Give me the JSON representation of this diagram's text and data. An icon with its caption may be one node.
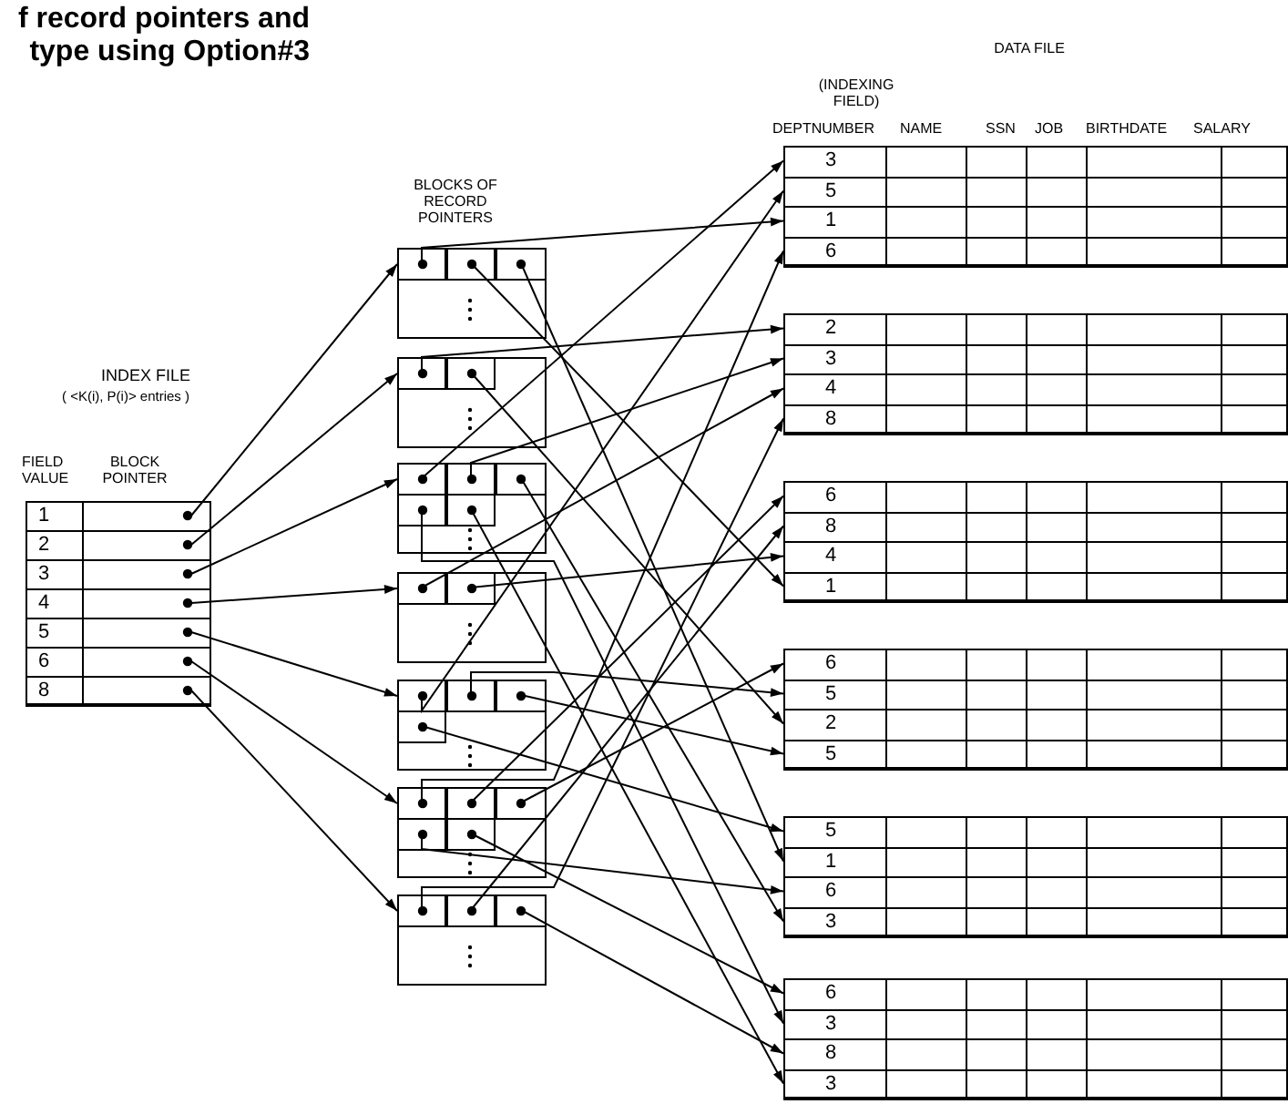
{
  "diagram": {
    "title": "f record pointers and type using Option#3",
    "nodes": [
      {
        "text": [],
        "shape": "box"
      },
      {
        "text": [
          "1"
        ],
        "in": 0
      },
      {
        "text": [
          "2"
        ],
        "in": 0
      },
      {
        "text": [
          "3"
        ],
        "in": 0
      },
      {
        "text": [
          "4"
        ],
        "in": 0
      },
      {
        "text": [
          "5"
        ],
        "in": 0
      },
      {
        "text": [
          "6"
        ],
        "in": 0
      },
      {
        "text": [
          "8"
        ],
        "in": 0
      },
      {
        "text": [],
        "shape": "box"
      },
      {
        "text": [],
        "shape": "box",
        "in": 8
      },
      {
        "text": [],
        "shape": "box",
        "in": 8
      },
      {
        "text": [],
        "shape": "box",
        "in": 8
      },
      {
        "text": [],
        "shape": "box"
      },
      {
        "text": [],
        "shape": "box",
        "in": 12
      },
      {
        "text": [],
        "shape": "box",
        "in": 12
      },
      {
        "text": [],
        "shape": "box"
      },
      {
        "text": [],
        "shape": "box",
        "in": 15
      },
      {
        "text": [],
        "shape": "box",
        "in": 15
      },
      {
        "text": [],
        "shape": "box",
        "in": 15
      },
      {
        "text": [],
        "shape": "box",
        "in": 15
      },
      {
        "text": [],
        "shape": "box",
        "in": 15
      },
      {
        "text": [],
        "shape": "box"
      },
      {
        "text": [],
        "shape": "box",
        "in": 21
      },
      {
        "text": [],
        "shape": "box",
        "in": 21
      },
      {
        "text": [],
        "shape": "box"
      },
      {
        "text": [],
        "shape": "box",
        "in": 24
      },
      {
        "text": [],
        "shape": "box",
        "in": 24
      },
      {
        "text": [],
        "shape": "box",
        "in": 24
      },
      {
        "text": [],
        "shape": "box",
        "in": 24
      },
      {
        "text": [],
        "shape": "box"
      },
      {
        "text": [],
        "shape": "box",
        "in": 29
      },
      {
        "text": [],
        "shape": "box",
        "in": 29
      },
      {
        "text": [],
        "shape": "box",
        "in": 29
      },
      {
        "text": [],
        "shape": "box",
        "in": 29
      },
      {
        "text": [],
        "shape": "box",
        "in": 29
      },
      {
        "text": [],
        "shape": "box"
      },
      {
        "text": [],
        "shape": "box",
        "in": 35
      },
      {
        "text": [],
        "shape": "box",
        "in": 35
      },
      {
        "text": [],
        "shape": "box",
        "in": 35
      },
      {
        "text": [],
        "shape": "box"
      },
      {
        "text": [
          "3"
        ],
        "in": 39
      },
      {
        "text": [
          "5"
        ],
        "in": 39
      },
      {
        "text": [
          "1"
        ],
        "in": 39
      },
      {
        "text": [
          "6"
        ],
        "in": 39
      },
      {
        "text": [],
        "shape": "box"
      },
      {
        "text": [
          "2"
        ],
        "in": 44
      },
      {
        "text": [
          "3"
        ],
        "in": 44
      },
      {
        "text": [
          "4"
        ],
        "in": 44
      },
      {
        "text": [
          "8"
        ],
        "in": 44
      },
      {
        "text": [],
        "shape": "box"
      },
      {
        "text": [
          "6"
        ],
        "in": 49
      },
      {
        "text": [
          "8"
        ],
        "in": 49
      },
      {
        "text": [
          "4"
        ],
        "in": 49
      },
      {
        "text": [
          "1"
        ],
        "in": 49
      },
      {
        "text": [],
        "shape": "box"
      },
      {
        "text": [
          "6"
        ],
        "in": 54
      },
      {
        "text": [
          "5"
        ],
        "in": 54
      },
      {
        "text": [
          "2"
        ],
        "in": 54
      },
      {
        "text": [
          "5"
        ],
        "in": 54
      },
      {
        "text": [],
        "shape": "box"
      },
      {
        "text": [
          "5"
        ],
        "in": 59
      },
      {
        "text": [
          "1"
        ],
        "in": 59
      },
      {
        "text": [
          "6"
        ],
        "in": 59
      },
      {
        "text": [
          "3"
        ],
        "in": 59
      },
      {
        "text": [],
        "shape": "box"
      },
      {
        "text": [
          "6"
        ],
        "in": 64
      },
      {
        "text": [
          "3"
        ],
        "in": 64
      },
      {
        "text": [
          "8"
        ],
        "in": 64
      },
      {
        "text": [
          "3"
        ],
        "in": 64
      }
    ],
    "edges": [
      {
        "from": 1,
        "to": 8,
        "arrow": "to"
      },
      {
        "from": 2,
        "to": 12,
        "arrow": "to"
      },
      {
        "from": 3,
        "to": 15,
        "arrow": "to"
      },
      {
        "from": 4,
        "to": 21,
        "arrow": "to"
      },
      {
        "from": 5,
        "to": 24,
        "arrow": "to"
      },
      {
        "from": 6,
        "to": 29,
        "arrow": "to"
      },
      {
        "from": 7,
        "to": 35,
        "arrow": "to"
      },
      {
        "from": 9,
        "to": 42,
        "arrow": "to"
      },
      {
        "from": 10,
        "to": 53,
        "arrow": "to"
      },
      {
        "from": 11,
        "to": 61,
        "arrow": "to"
      },
      {
        "from": 13,
        "to": 45,
        "arrow": "to"
      },
      {
        "from": 14,
        "to": 57,
        "arrow": "to"
      },
      {
        "from": 16,
        "to": 40,
        "arrow": "to"
      },
      {
        "from": 17,
        "to": 46,
        "arrow": "to"
      },
      {
        "from": 18,
        "to": 63,
        "arrow": "to"
      },
      {
        "from": 19,
        "to": 66,
        "arrow": "to"
      },
      {
        "from": 20,
        "to": 68,
        "arrow": "to"
      },
      {
        "from": 22,
        "to": 47,
        "arrow": "to"
      },
      {
        "from": 23,
        "to": 52,
        "arrow": "to"
      },
      {
        "from": 25,
        "to": 41,
        "arrow": "to"
      },
      {
        "from": 26,
        "to": 56,
        "arrow": "to"
      },
      {
        "from": 27,
        "to": 58,
        "arrow": "to"
      },
      {
        "from": 28,
        "to": 60,
        "arrow": "to"
      },
      {
        "from": 30,
        "to": 43,
        "arrow": "to"
      },
      {
        "from": 31,
        "to": 50,
        "arrow": "to"
      },
      {
        "from": 32,
        "to": 55,
        "arrow": "to"
      },
      {
        "from": 33,
        "to": 62,
        "arrow": "to"
      },
      {
        "from": 34,
        "to": 65,
        "arrow": "to"
      },
      {
        "from": 36,
        "to": 48,
        "arrow": "to"
      },
      {
        "from": 37,
        "to": 51,
        "arrow": "to"
      },
      {
        "from": 38,
        "to": 67,
        "arrow": "to"
      }
    ],
    "labels": [
      "BLOCKS OF RECORD POINTERS",
      "INDEX FILE",
      "( <K(i), P(i)> entries )",
      "FIELD VALUE",
      "BLOCK POINTER",
      "DATA FILE",
      "(INDEXING FIELD)",
      "DEPTNUMBER",
      "NAME",
      "SSN",
      "JOB",
      "BIRTHDATE",
      "SALARY"
    ]
  }
}
